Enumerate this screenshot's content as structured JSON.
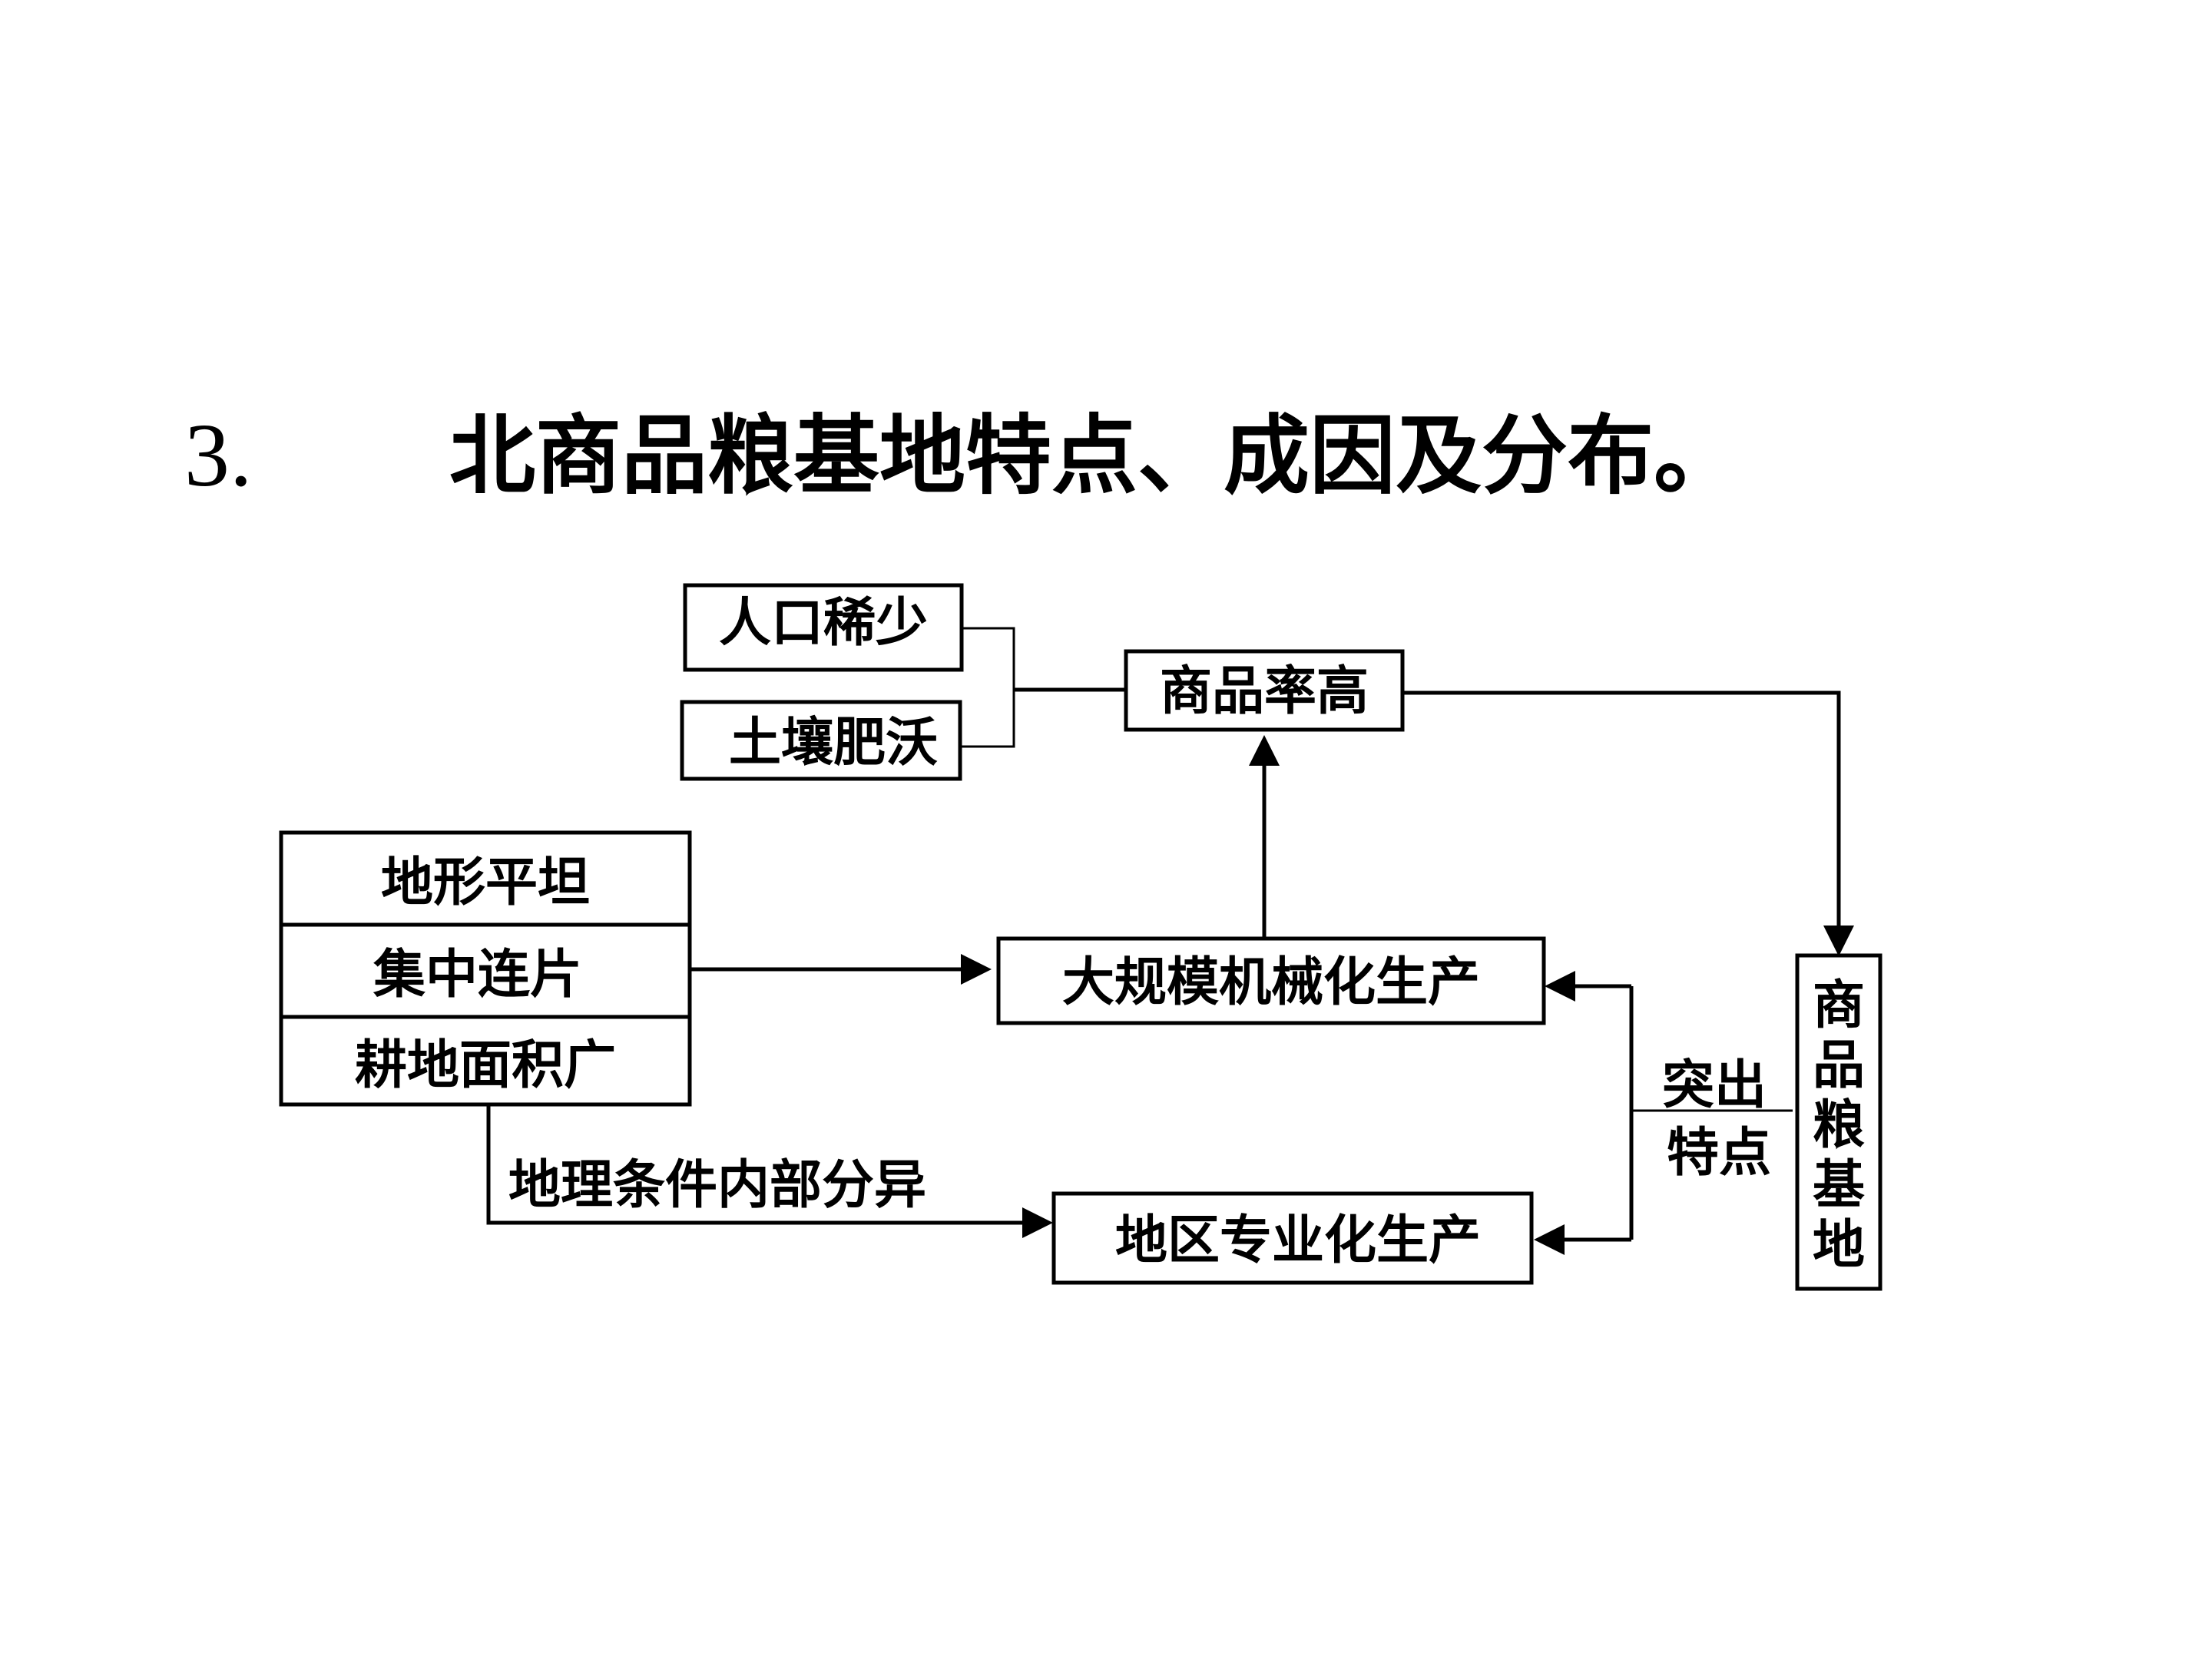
{
  "title": {
    "number": "3.",
    "text": "北商品粮基地特点、成因及分布。"
  },
  "nodes": {
    "population": "人口稀少",
    "soil": "土壤肥沃",
    "commodity_rate": "商品率高",
    "terrain": "地形平坦",
    "contiguous": "集中连片",
    "farmland": "耕地面积广",
    "mechanized": "大规模机械化生产",
    "specialized": "地区专业化生产",
    "grain_base": [
      "商",
      "品",
      "粮",
      "基",
      "地"
    ]
  },
  "edge_labels": {
    "geo_difference": "地理条件内部分异",
    "feature_line1": "突出",
    "feature_line2": "特点"
  },
  "colors": {
    "stroke": "#000000",
    "background": "#ffffff"
  }
}
